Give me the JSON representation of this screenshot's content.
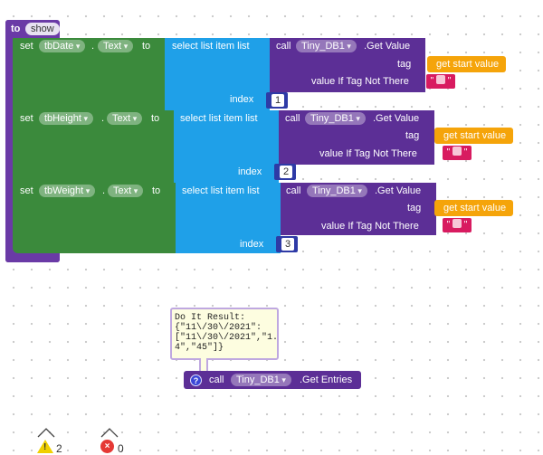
{
  "procedure": {
    "keyword": "to",
    "name": "show"
  },
  "rows": [
    {
      "set_keyword": "set",
      "component": "tbDate",
      "dot": ".",
      "property": "Text",
      "to_keyword": "to",
      "select_label": "select list item  list",
      "call_keyword": "call",
      "db_component": "Tiny_DB1",
      "method": ".Get Value",
      "tag_label": "tag",
      "tag_value": "get start value",
      "value_if_label": "value If Tag Not There",
      "index_label": "index",
      "index_value": "1"
    },
    {
      "set_keyword": "set",
      "component": "tbHeight",
      "dot": ".",
      "property": "Text",
      "to_keyword": "to",
      "select_label": "select list item  list",
      "call_keyword": "call",
      "db_component": "Tiny_DB1",
      "method": ".Get Value",
      "tag_label": "tag",
      "tag_value": "get start value",
      "value_if_label": "value If Tag Not There",
      "index_label": "index",
      "index_value": "2"
    },
    {
      "set_keyword": "set",
      "component": "tbWeight",
      "dot": ".",
      "property": "Text",
      "to_keyword": "to",
      "select_label": "select list item  list",
      "call_keyword": "call",
      "db_component": "Tiny_DB1",
      "method": ".Get Value",
      "tag_label": "tag",
      "tag_value": "get start value",
      "value_if_label": "value If Tag Not There",
      "index_label": "index",
      "index_value": "3"
    }
  ],
  "string_quote_left": "\"",
  "string_quote_right": "\"",
  "result_tooltip": {
    "line1": "Do It Result:",
    "line2": "{\"11\\/30\\/2021\":",
    "line3": "[\"11\\/30\\/2021\",\"1.",
    "line4": "4\",\"45\"]}"
  },
  "entries_block": {
    "help_glyph": "?",
    "call_keyword": "call",
    "db_component": "Tiny_DB1",
    "method": ".Get Entries"
  },
  "status": {
    "warnings_count": "2",
    "errors_count": "0"
  },
  "colors": {
    "procedure": "#6a3aa6",
    "set_block": "#3b8a3c",
    "list_block": "#1fa0e8",
    "call_block": "#5c2f96",
    "tag_value": "#f5a40a",
    "string": "#d81b60",
    "index": "#2e3aa6"
  }
}
